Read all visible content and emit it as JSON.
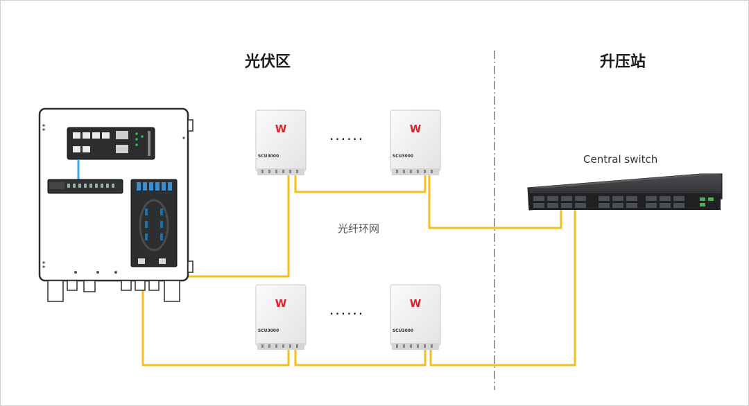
{
  "zones": {
    "left_title": "光伏区",
    "right_title": "升压站"
  },
  "labels": {
    "central_switch": "Central switch",
    "ring_network": "光纤环网",
    "ellipsis": "......",
    "scu_model": "SCU3000",
    "brand_mark": "W"
  },
  "colors": {
    "fiber": "#f5bf1c",
    "divider": "#9a9a9a",
    "switch_body": "#2f3133",
    "scu_body": "#f1f1f1",
    "brand": "#d6242a",
    "copper_cable": "#3aa8e0"
  }
}
